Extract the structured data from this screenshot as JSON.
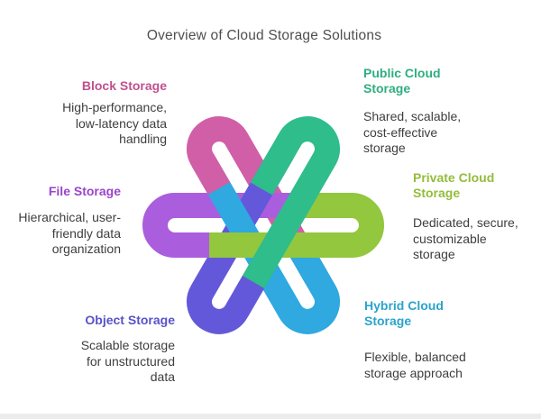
{
  "title": "Overview of Cloud Storage Solutions",
  "items": [
    {
      "id": "block",
      "label": "Block Storage",
      "desc": "High-performance, low-latency data handling",
      "label_color": "#c0508f",
      "petal_color": "#d05fa7",
      "petal_angle": 330
    },
    {
      "id": "public",
      "label": "Public Cloud Storage",
      "desc": "Shared, scalable, cost-effective storage",
      "label_color": "#2fae80",
      "petal_color": "#2ebd8b",
      "petal_angle": 30
    },
    {
      "id": "file",
      "label": "File Storage",
      "desc": "Hierarchical, user-friendly data organization",
      "label_color": "#9b44cb",
      "petal_color": "#aa5edd",
      "petal_angle": 270
    },
    {
      "id": "private",
      "label": "Private Cloud Storage",
      "desc": "Dedicated, secure, customizable storage",
      "label_color": "#93bd3c",
      "petal_color": "#92c73e",
      "petal_angle": 90
    },
    {
      "id": "object",
      "label": "Object Storage",
      "desc": "Scalable storage for unstructured data",
      "label_color": "#5951c9",
      "petal_color": "#6458da",
      "petal_angle": 210
    },
    {
      "id": "hybrid",
      "label": "Hybrid Cloud Storage",
      "desc": "Flexible, balanced storage approach",
      "label_color": "#2ba3cb",
      "petal_color": "#2fa9e0",
      "petal_angle": 150
    }
  ],
  "figure": {
    "draw_order": [
      "block",
      "file",
      "object",
      "hybrid",
      "private",
      "public"
    ],
    "patch_ids": [
      "block",
      "file",
      "object"
    ]
  }
}
